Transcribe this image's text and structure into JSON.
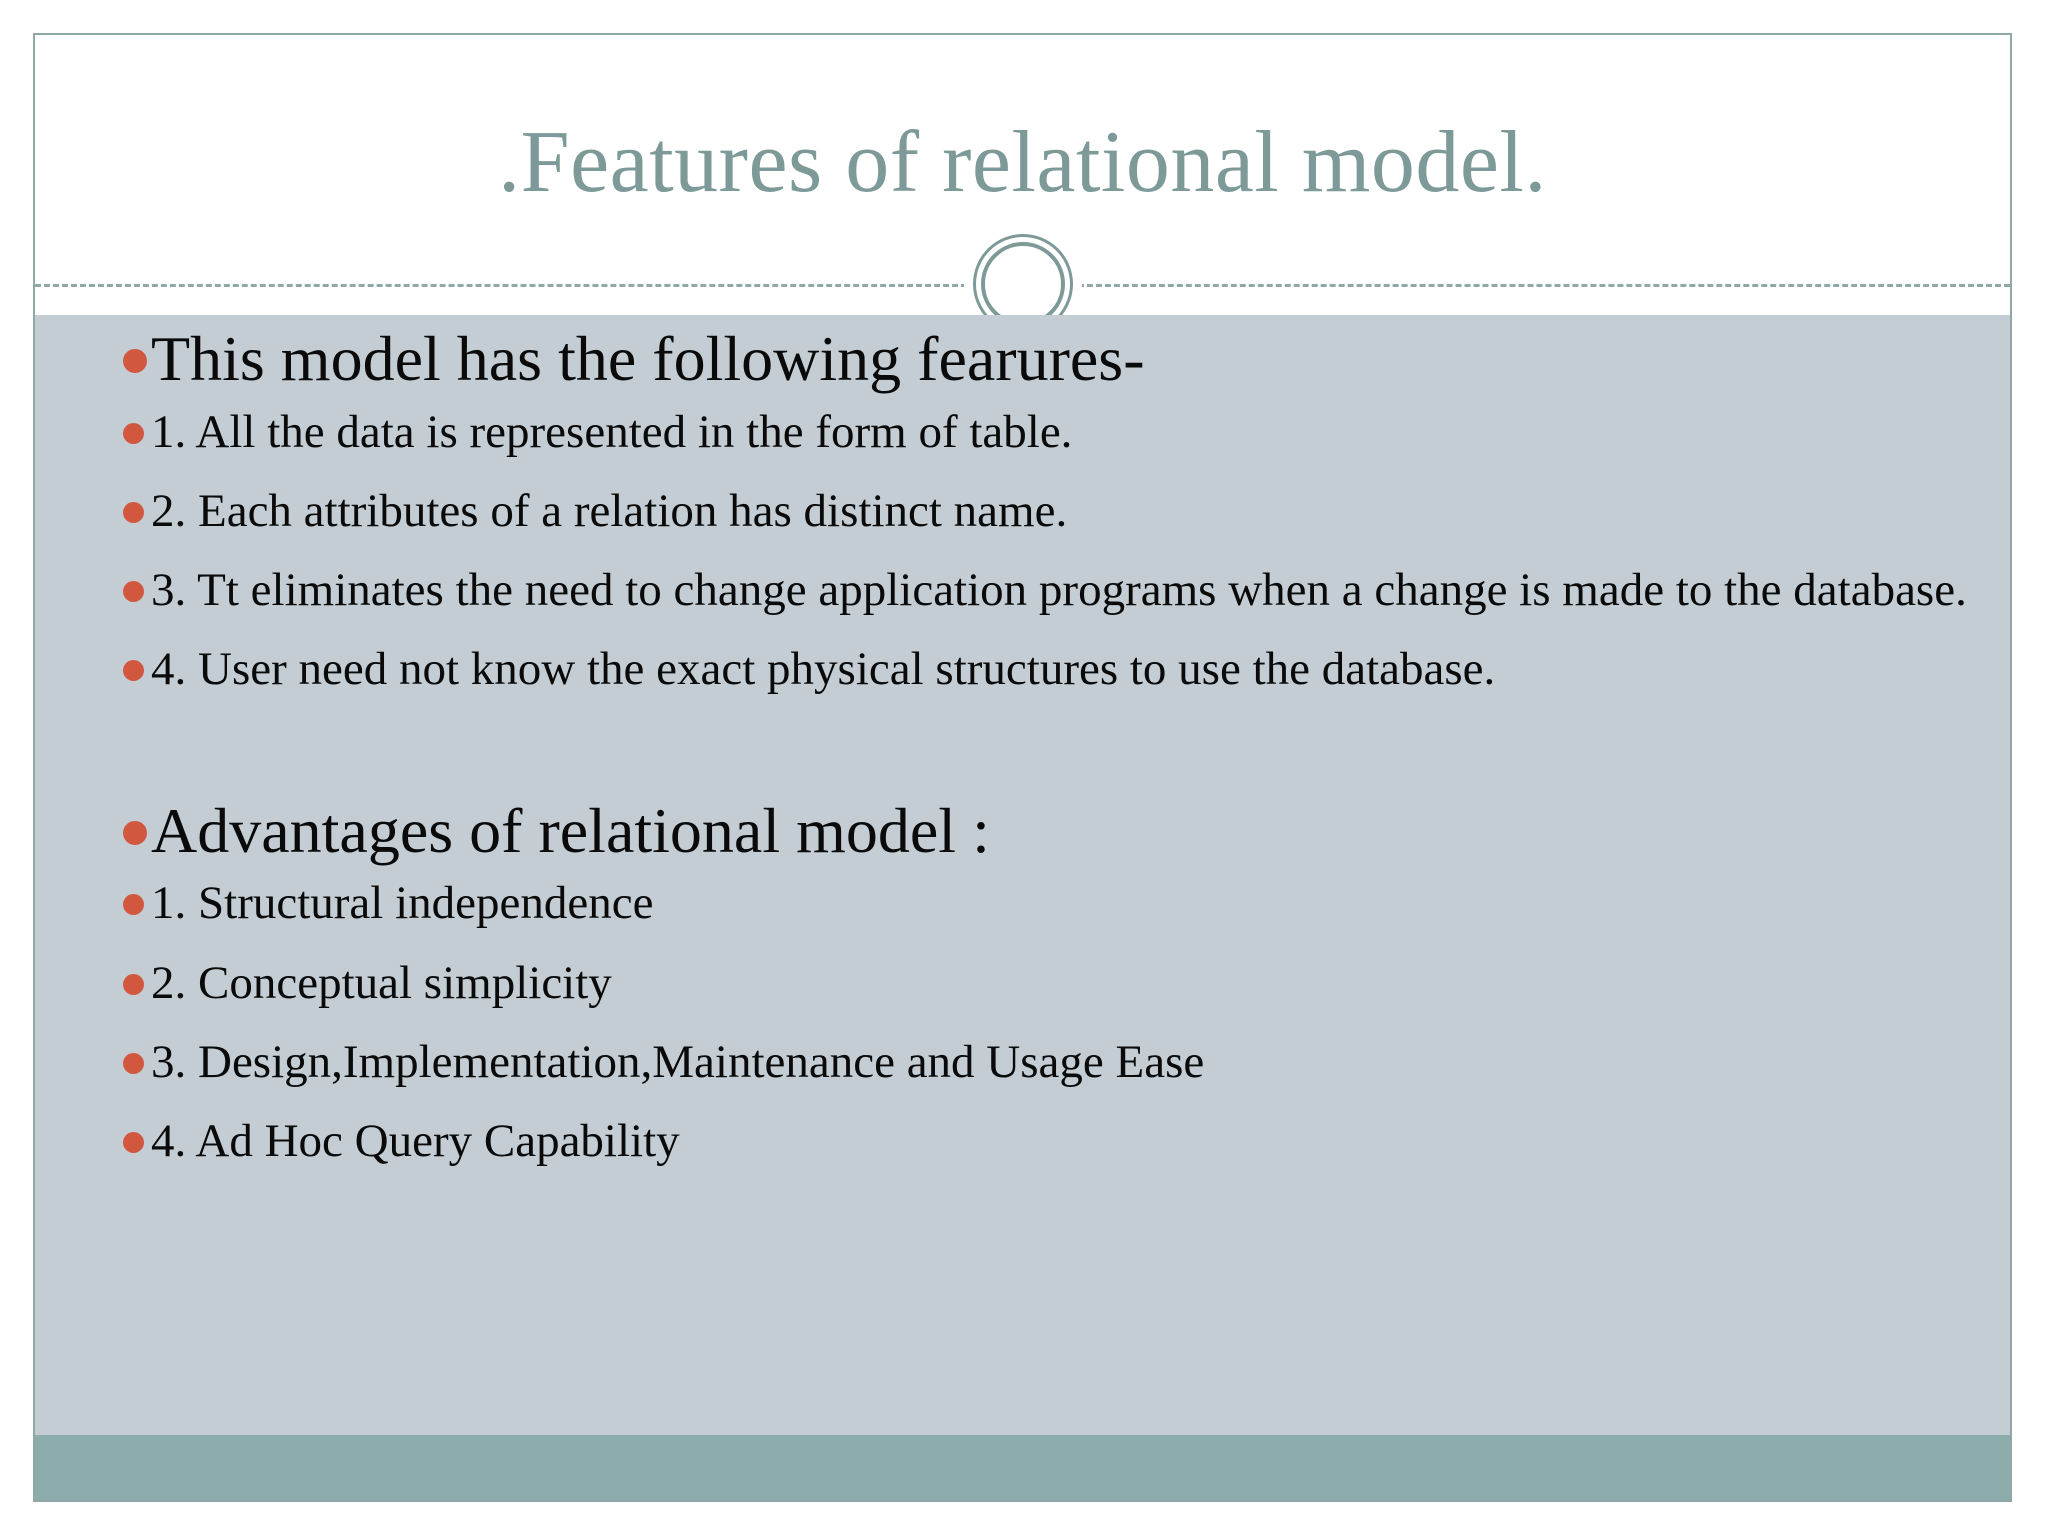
{
  "slide": {
    "title": ".Features of relational model.",
    "colors": {
      "title_text": "#7d9a99",
      "body_background": "#c3cdd3",
      "footer_bar": "#8dacac",
      "bullet_marker": "#d2573f",
      "frame_border": "#8fa8a6",
      "body_text": "#0a0a0a"
    },
    "ornament": "double-ring-circle-icon",
    "body": {
      "features_heading": "This model has the following fearures-",
      "features": [
        "1. All the data is represented in the form of table.",
        "2. Each attributes of a relation has distinct name.",
        "3. Tt eliminates the need to change application programs  when a change is made to the database.",
        "4. User need not know the exact physical structures to use the database."
      ],
      "advantages_heading": "Advantages of relational model :",
      "advantages": [
        "1. Structural independence",
        "2. Conceptual simplicity",
        "3. Design,Implementation,Maintenance and Usage Ease",
        "4. Ad Hoc Query Capability"
      ]
    }
  }
}
